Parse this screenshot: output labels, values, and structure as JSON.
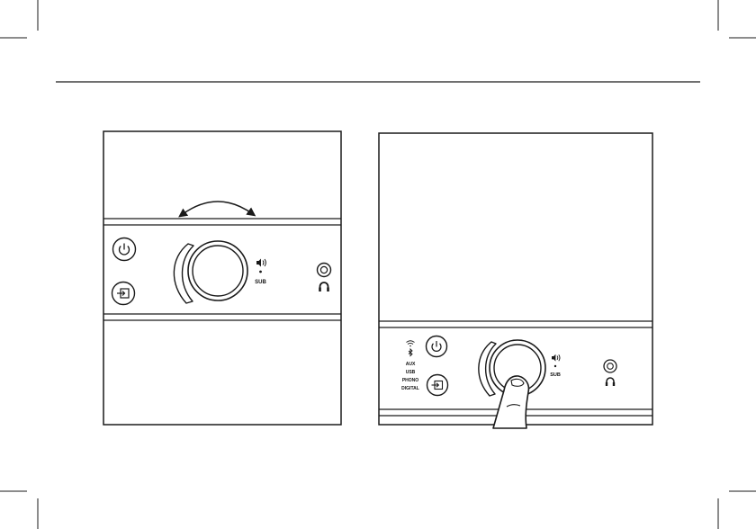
{
  "panel_left": {
    "volume_label": "SUB"
  },
  "panel_right": {
    "source_list": [
      "AUX",
      "USB",
      "PHONO",
      "DIGITAL"
    ],
    "volume_label": "SUB"
  },
  "icons": {
    "power": "power-icon",
    "input": "input-icon",
    "speaker": "speaker-volume-icon",
    "headphones": "headphones-icon",
    "wifi": "wifi-icon",
    "bluetooth": "bluetooth-icon",
    "rotate_arrow": "double-arrow-icon",
    "finger": "finger-press-icon"
  },
  "colors": {
    "line": "#1a1a1a",
    "fill": "#ffffff"
  }
}
